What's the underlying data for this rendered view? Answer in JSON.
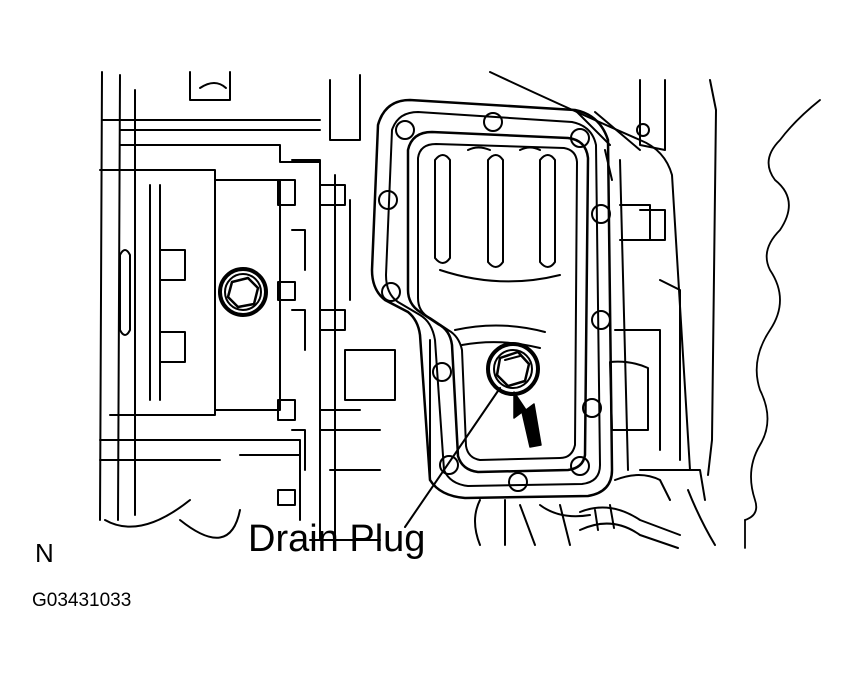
{
  "callout": {
    "drain_plug": "Drain Plug"
  },
  "view_letter": "N",
  "figure_code": "G03431033",
  "colors": {
    "ink": "#000000",
    "paper": "#ffffff"
  }
}
